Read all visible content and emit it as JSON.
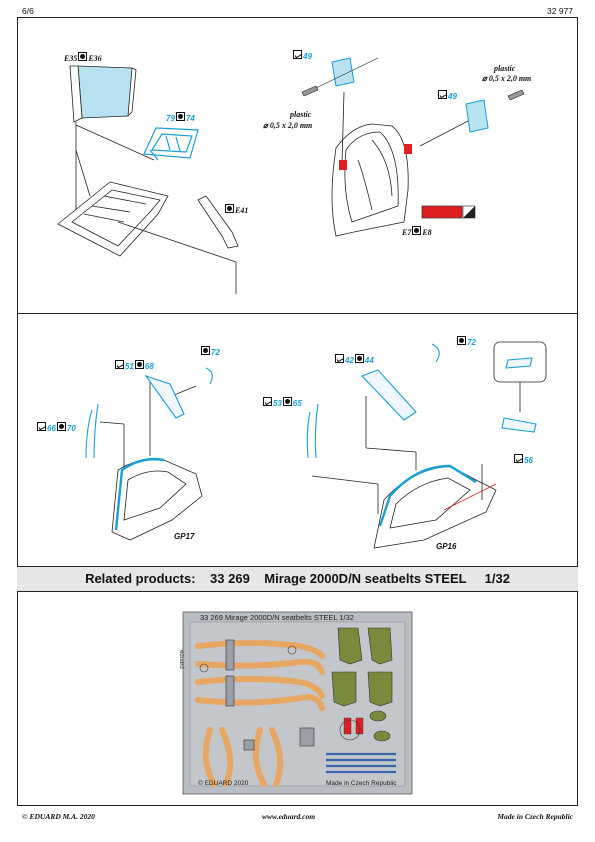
{
  "header": {
    "page": "6/6",
    "catalog": "32 977"
  },
  "top_panel": {
    "e35_e36": {
      "a": "E35",
      "b": "E36"
    },
    "part_79_74": {
      "a": "79",
      "b": "74"
    },
    "e41": "E41",
    "part49_left": "49",
    "part49_right": "49",
    "plastic_left": {
      "word": "plastic",
      "dim": "⌀ 0,5 x 2,0 mm"
    },
    "plastic_right": {
      "word": "plastic",
      "dim": "⌀ 0,5 x 2,0 mm"
    },
    "e7_e8": {
      "a": "E7",
      "b": "E8"
    }
  },
  "middle_panel": {
    "left": {
      "p72": "72",
      "p51": "51",
      "p68": "68",
      "p66": "66",
      "p70": "70",
      "gp": "GP17"
    },
    "right": {
      "p72": "72",
      "p42": "42",
      "p44": "44",
      "p53": "53",
      "p65": "65",
      "p56": "56",
      "gp": "GP16"
    }
  },
  "related": {
    "label": "Related products:",
    "code": "33 269",
    "name": "Mirage 2000D/N seatbelts STEEL",
    "scale": "1/32"
  },
  "fret": {
    "title": "33 269  Mirage 2000D/N seatbelts STEEL  1/32",
    "brand_vertical": "eduard",
    "copyright": "© EDUARD 2020",
    "made_in": "Made in Czech Republic"
  },
  "footer": {
    "left": "© EDUARD  M.A. 2020",
    "center": "www.eduard.com",
    "right": "Made in Czech Republic"
  },
  "colors": {
    "accent": "#1a9fd4",
    "red_part": "#e02020",
    "fret_bg": "#b9bec4",
    "belt_orange": "#e8a663",
    "olive": "#7a8a3c"
  }
}
